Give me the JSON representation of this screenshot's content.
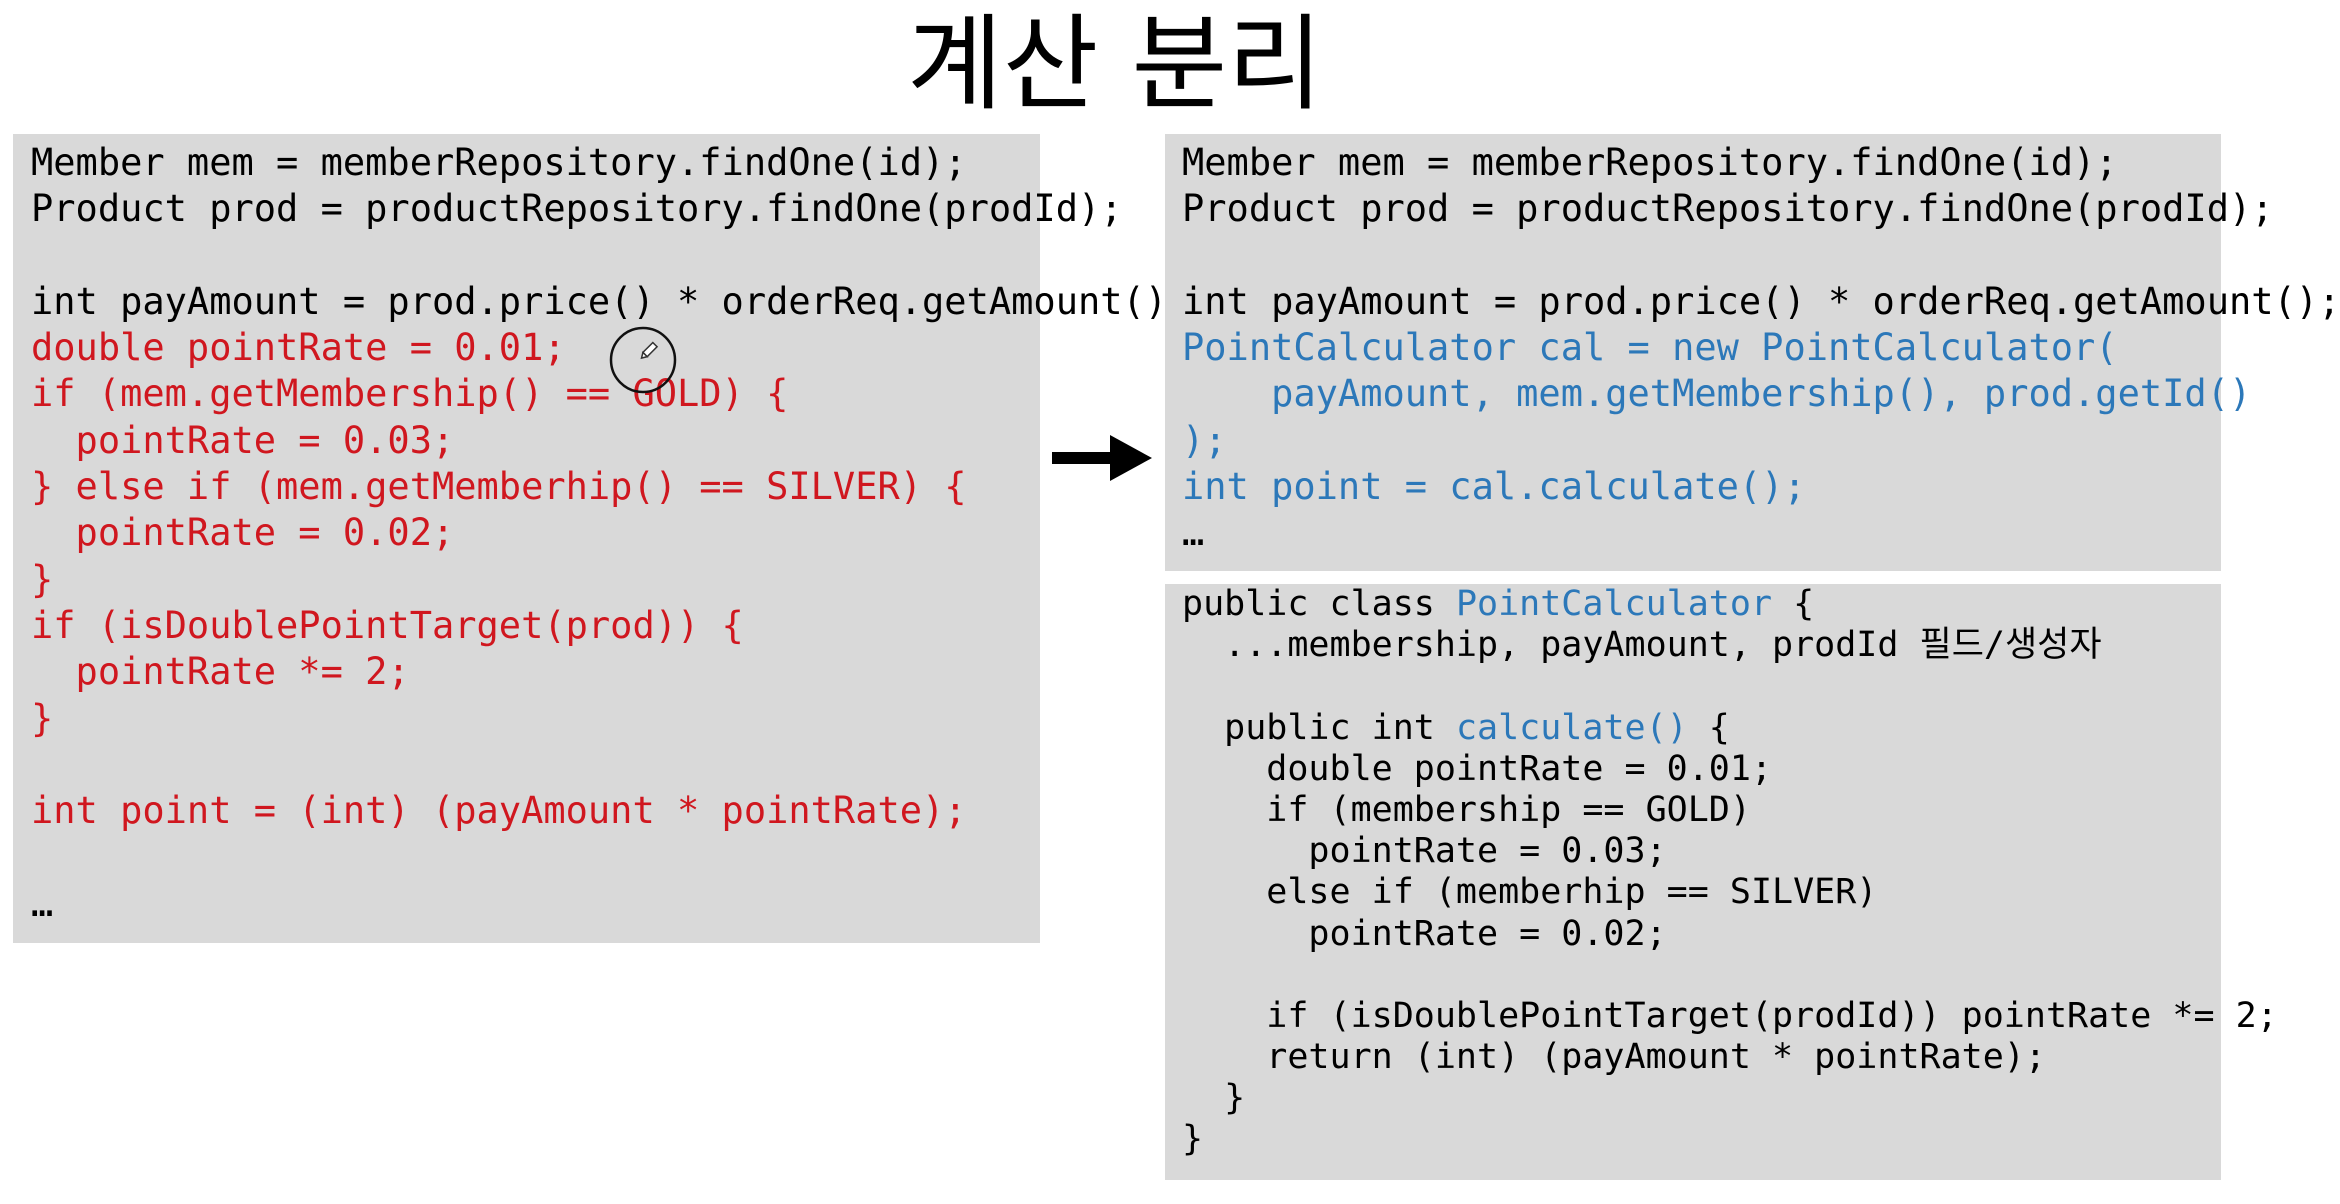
{
  "title": "계산 분리",
  "left_panel": {
    "lines": [
      {
        "text": "Member mem = memberRepository.findOne(id);",
        "color": "black"
      },
      {
        "text": "Product prod = productRepository.findOne(prodId);",
        "color": "black"
      },
      {
        "text": "",
        "color": "black"
      },
      {
        "text": "int payAmount = prod.price() * orderReq.getAmount();",
        "color": "black"
      },
      {
        "text": "double pointRate = 0.01;",
        "color": "red"
      },
      {
        "text": "if (mem.getMembership() == GOLD) {",
        "color": "red"
      },
      {
        "text": "  pointRate = 0.03;",
        "color": "red"
      },
      {
        "text": "} else if (mem.getMemberhip() == SILVER) {",
        "color": "red"
      },
      {
        "text": "  pointRate = 0.02;",
        "color": "red"
      },
      {
        "text": "}",
        "color": "red"
      },
      {
        "text": "if (isDoublePointTarget(prod)) {",
        "color": "red"
      },
      {
        "text": "  pointRate *= 2;",
        "color": "red"
      },
      {
        "text": "}",
        "color": "red"
      },
      {
        "text": "",
        "color": "black"
      },
      {
        "text": "int point = (int) (payAmount * pointRate);",
        "color": "red"
      },
      {
        "text": "",
        "color": "black"
      },
      {
        "text": "…",
        "color": "black"
      }
    ]
  },
  "right_top_panel": {
    "lines": [
      {
        "text": "Member mem = memberRepository.findOne(id);",
        "color": "black"
      },
      {
        "text": "Product prod = productRepository.findOne(prodId);",
        "color": "black"
      },
      {
        "text": "",
        "color": "black"
      },
      {
        "text": "int payAmount = prod.price() * orderReq.getAmount();",
        "color": "black"
      },
      {
        "text": "PointCalculator cal = new PointCalculator(",
        "color": "blue"
      },
      {
        "text": "    payAmount, mem.getMembership(), prod.getId()",
        "color": "blue"
      },
      {
        "text": ");",
        "color": "blue"
      },
      {
        "text": "int point = cal.calculate();",
        "color": "blue"
      },
      {
        "text": "…",
        "color": "black"
      }
    ]
  },
  "right_bottom_panel": {
    "lines": [
      {
        "segments": [
          {
            "text": "public class ",
            "color": "black"
          },
          {
            "text": "PointCalculator",
            "color": "blue"
          },
          {
            "text": " {",
            "color": "black"
          }
        ]
      },
      {
        "segments": [
          {
            "text": "  ...membership, payAmount, prodId 필드/생성자",
            "color": "black"
          }
        ]
      },
      {
        "segments": [
          {
            "text": "",
            "color": "black"
          }
        ]
      },
      {
        "segments": [
          {
            "text": "  public int ",
            "color": "black"
          },
          {
            "text": "calculate()",
            "color": "blue"
          },
          {
            "text": " {",
            "color": "black"
          }
        ]
      },
      {
        "segments": [
          {
            "text": "    double pointRate = 0.01;",
            "color": "black"
          }
        ]
      },
      {
        "segments": [
          {
            "text": "    if (membership == GOLD)",
            "color": "black"
          }
        ]
      },
      {
        "segments": [
          {
            "text": "      pointRate = 0.03;",
            "color": "black"
          }
        ]
      },
      {
        "segments": [
          {
            "text": "    else if (memberhip == SILVER)",
            "color": "black"
          }
        ]
      },
      {
        "segments": [
          {
            "text": "      pointRate = 0.02;",
            "color": "black"
          }
        ]
      },
      {
        "segments": [
          {
            "text": "",
            "color": "black"
          }
        ]
      },
      {
        "segments": [
          {
            "text": "    if (isDoublePointTarget(prodId)) pointRate *= 2;",
            "color": "black"
          }
        ]
      },
      {
        "segments": [
          {
            "text": "    return (int) (payAmount * pointRate);",
            "color": "black"
          }
        ]
      },
      {
        "segments": [
          {
            "text": "  }",
            "color": "black"
          }
        ]
      },
      {
        "segments": [
          {
            "text": "}",
            "color": "black"
          }
        ]
      }
    ]
  },
  "colors": {
    "black": "#000000",
    "red": "#d0171f",
    "blue": "#2c78b9",
    "panel_background": "#d9d9d9"
  },
  "icons": {
    "arrow": "right-arrow-icon",
    "cursor": "pen-cursor-icon"
  }
}
